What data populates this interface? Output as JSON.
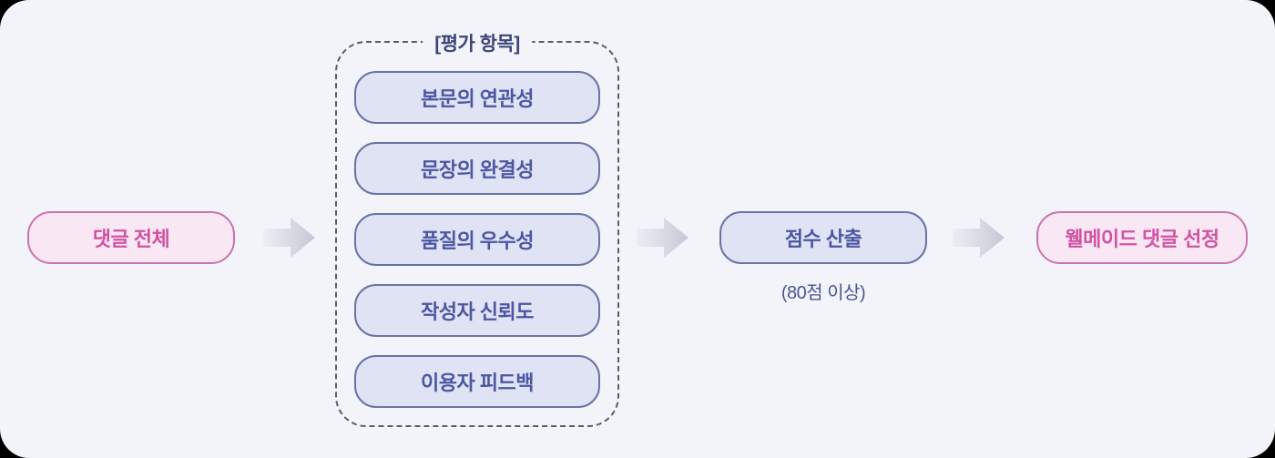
{
  "flow": {
    "start": {
      "label": "댓글 전체"
    },
    "evaluation_group": {
      "title": "[평가 항목]",
      "items": [
        {
          "label": "본문의 연관성"
        },
        {
          "label": "문장의 완결성"
        },
        {
          "label": "품질의 우수성"
        },
        {
          "label": "작성자 신뢰도"
        },
        {
          "label": "이용자 피드백"
        }
      ]
    },
    "score": {
      "label": "점수 산출",
      "note": "(80점 이상)"
    },
    "result": {
      "label": "웰메이드 댓글 선정"
    }
  },
  "icons": [
    {
      "name": "flow-arrow-icon",
      "meaning": "right-pointing block arrow between flow steps"
    }
  ],
  "colors": {
    "canvas_background": "#f2f4fa",
    "outer_background": "#000000",
    "pink_node_background": "#f9e7f3",
    "pink_node_border": "#c973ae",
    "pink_node_text": "#d053a3",
    "indigo_node_background": "#dfe3f4",
    "indigo_node_border": "#6a73a6",
    "indigo_node_text": "#4c56a2",
    "group_title_text": "#3c4577",
    "group_dashed_border": "#565d72",
    "score_note_text": "#4a5493",
    "arrow_gradient_start": "#edeef4",
    "arrow_gradient_end": "#c5c8d5"
  }
}
